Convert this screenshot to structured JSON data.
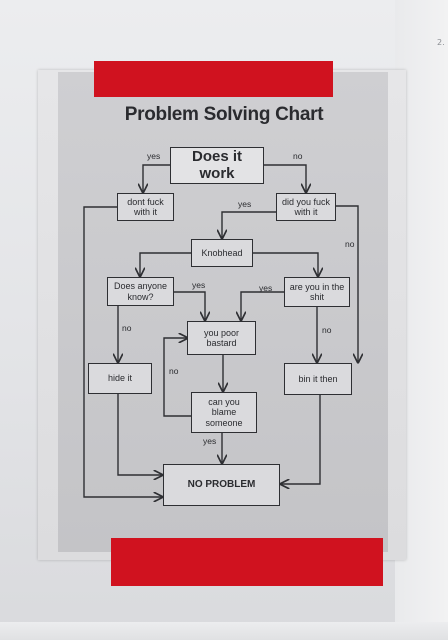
{
  "title": "Problem Solving Chart",
  "page_mark": "2.",
  "nodes": {
    "does_it_work": "Does it work",
    "dont_fuck": "dont fuck with it",
    "did_you_fuck": "did you fuck with it",
    "knobhead": "Knobhead",
    "does_anyone_know": "Does anyone know?",
    "are_you_in_shit": "are you in the shit",
    "you_poor_bastard": "you poor bastard",
    "hide_it": "hide it",
    "bin_it": "bin it then",
    "can_you_blame": "can you blame someone",
    "no_problem": "NO PROBLEM"
  },
  "edge_labels": {
    "yes_work": "yes",
    "no_work": "no",
    "yes_fuck": "yes",
    "no_fuck": "no",
    "yes_know": "yes",
    "yes_shit": "yes",
    "no_know": "no",
    "no_shit": "no",
    "no_blame": "no",
    "yes_blame": "yes"
  },
  "colors": {
    "tape": "#d0121f",
    "ink": "#2e2f33",
    "poster": "#cfcfd2"
  }
}
